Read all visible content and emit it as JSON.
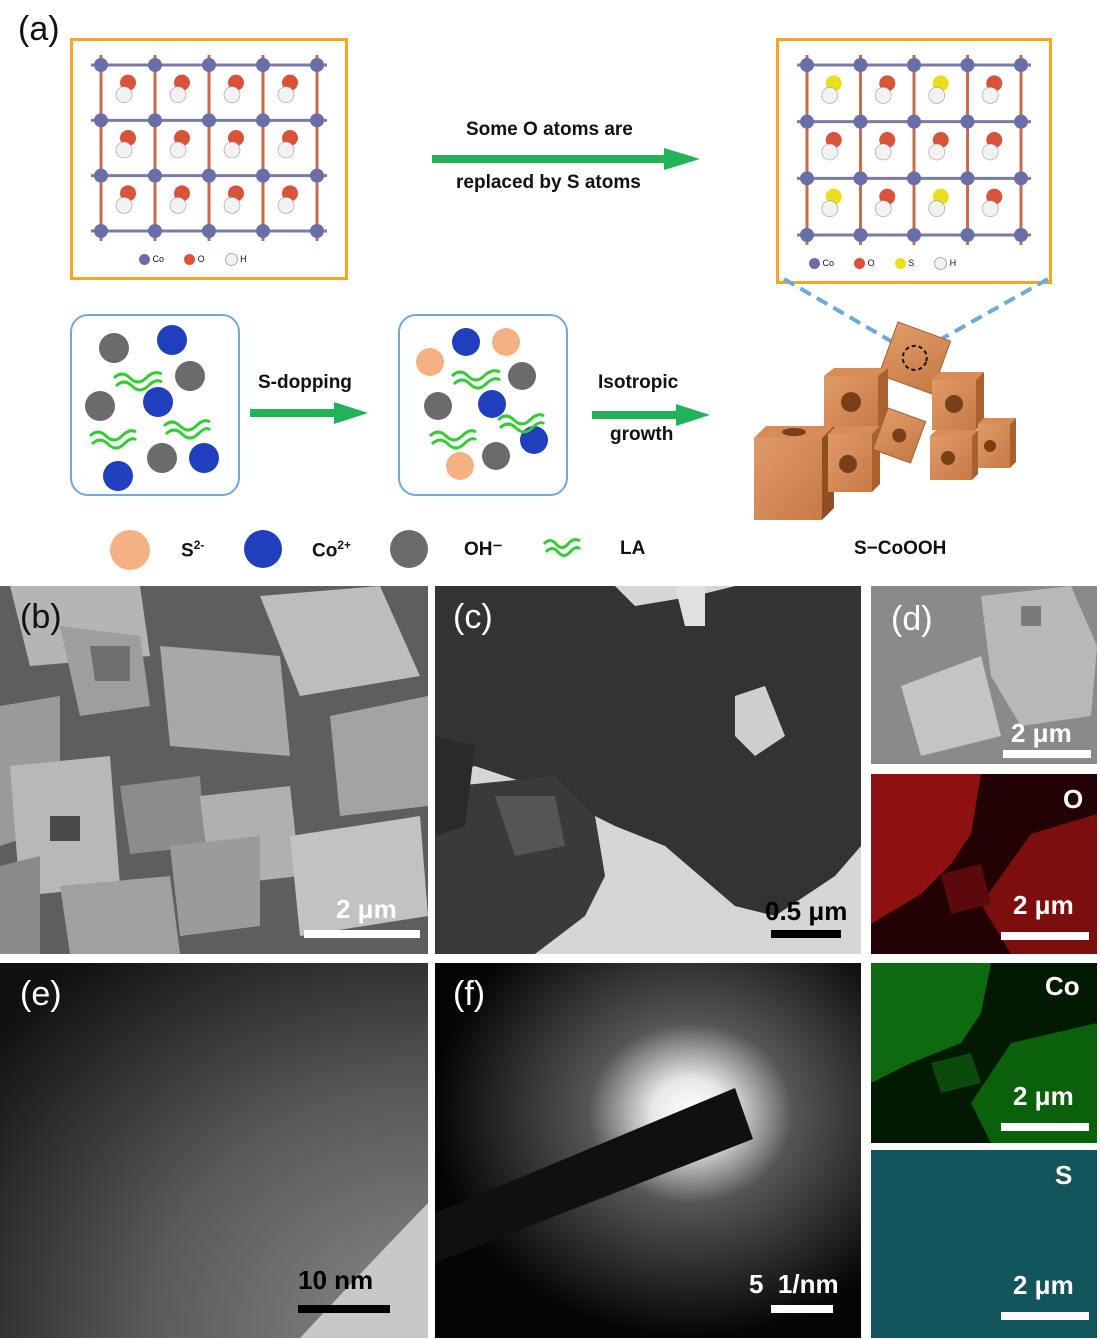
{
  "panel_labels": {
    "a": "(a)",
    "b": "(b)",
    "c": "(c)",
    "d": "(d)",
    "e": "(e)",
    "f": "(f)"
  },
  "structure": {
    "left_legend": [
      "Co",
      "O",
      "H"
    ],
    "right_legend": [
      "Co",
      "O",
      "S",
      "H"
    ],
    "arrow_text_1": "Some O atoms are",
    "arrow_text_2": "replaced by S atoms",
    "colors": {
      "Co": "#6a6ea8",
      "O": "#d9533a",
      "H": "#f2f2f2",
      "S": "#e8e01a",
      "frame": "#f5a623"
    }
  },
  "scheme": {
    "step1": "S-dopping",
    "step2_line1": "Isotropic",
    "step2_line2": "growth",
    "product": "S−CoOOH",
    "legend": [
      {
        "id": "s",
        "label": "S",
        "sup": "2-",
        "color": "#f4b183"
      },
      {
        "id": "co",
        "label": "Co",
        "sup": "2+",
        "color": "#1f3fbf"
      },
      {
        "id": "oh",
        "label": "OH⁻",
        "sup": "",
        "color": "#6b6b6b"
      },
      {
        "id": "la",
        "label": "LA",
        "sup": "",
        "color": "#33cc33"
      }
    ]
  },
  "images": {
    "b": {
      "scale": "2 μm"
    },
    "c": {
      "scale": "0.5 μm"
    },
    "d": {
      "scale": "2 μm"
    },
    "O": {
      "element": "O",
      "scale": "2 μm",
      "color": "#e02020"
    },
    "Co": {
      "element": "Co",
      "scale": "2 μm",
      "color": "#22b022"
    },
    "S": {
      "element": "S",
      "scale": "2 μm",
      "color": "#2ec7d6"
    },
    "e": {
      "scale": "10 nm"
    },
    "f": {
      "scale": "5  1/nm"
    }
  }
}
